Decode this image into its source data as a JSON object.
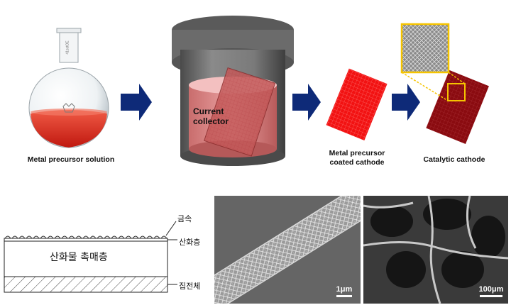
{
  "top": {
    "flask_caption": "Metal precursor solution",
    "vessel_label": "Current\ncollector",
    "coated_caption": "Metal precursor\ncoated cathode",
    "catalytic_caption": "Catalytic cathode",
    "flask_text": "41sstOE"
  },
  "schematic": {
    "metal_label": "금속",
    "oxide_label": "산화층",
    "catalyst_label": "산화물 촉매층",
    "collector_label": "집전체"
  },
  "sem": {
    "left_scale": "1μm",
    "right_scale": "100μm"
  },
  "colors": {
    "arrow": "#0e2a78",
    "solution": "#e23a2a",
    "coated_cathode": "#f21212",
    "catalytic_cathode": "#8a0b10",
    "zoom_frame": "#f5c400"
  }
}
